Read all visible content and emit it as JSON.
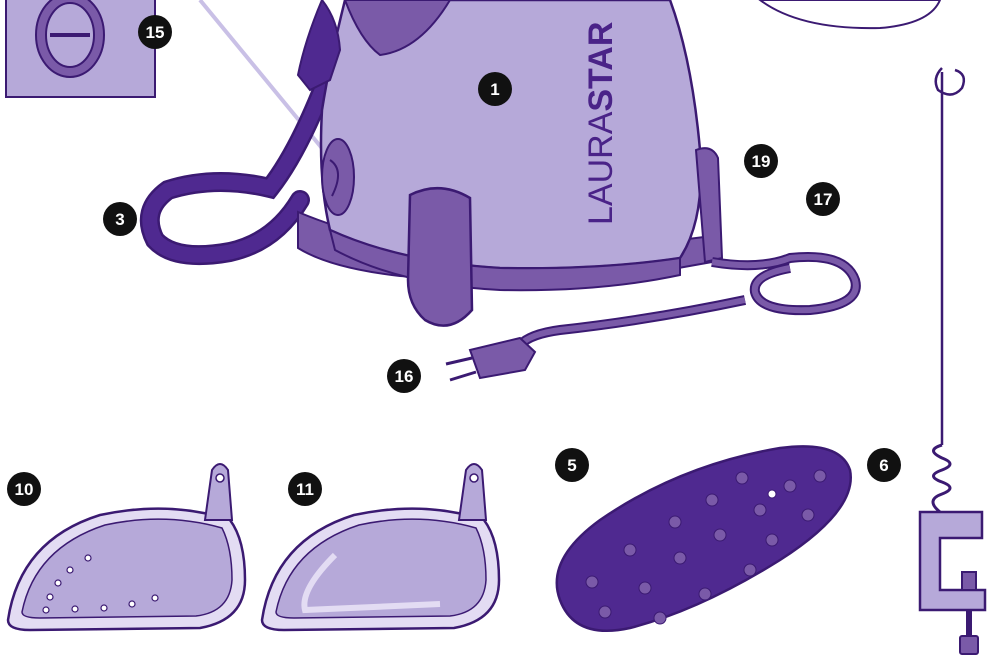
{
  "brand": {
    "prefix": "LAURA",
    "suffix": "STAR"
  },
  "callouts": [
    {
      "id": "c1",
      "label": "1"
    },
    {
      "id": "c3",
      "label": "3"
    },
    {
      "id": "c5",
      "label": "5"
    },
    {
      "id": "c6",
      "label": "6"
    },
    {
      "id": "c10",
      "label": "10"
    },
    {
      "id": "c11",
      "label": "11"
    },
    {
      "id": "c15",
      "label": "15"
    },
    {
      "id": "c16",
      "label": "16"
    },
    {
      "id": "c17",
      "label": "17"
    },
    {
      "id": "c19",
      "label": "19"
    }
  ],
  "colors": {
    "outline": "#3b1a72",
    "body_main": "#b6a9d9",
    "body_dark": "#7a5aa8",
    "accent_dark": "#4a2388",
    "mat": "#4f2990",
    "soleplate_fill": "#e3dcf3",
    "badge": "#111111"
  }
}
